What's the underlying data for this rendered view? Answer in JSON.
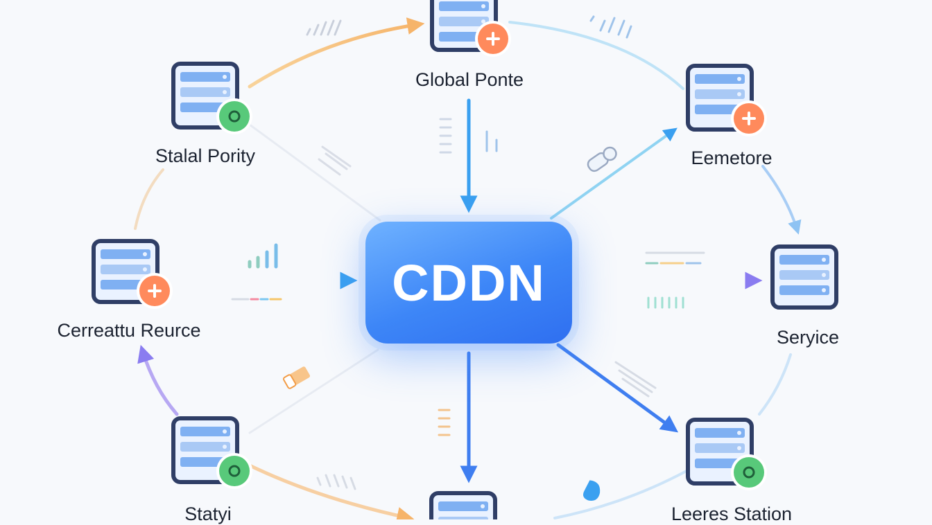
{
  "hub": {
    "label": "CDDN"
  },
  "nodes": [
    {
      "id": "global-ponte",
      "label": "Global Ponte",
      "badge": "orange"
    },
    {
      "id": "stalal-pority",
      "label": "Stalal Pority",
      "badge": "green"
    },
    {
      "id": "eemetore",
      "label": "Eemetore",
      "badge": "orange"
    },
    {
      "id": "cerreattu-reurce",
      "label": "Cerreattu Reurce",
      "badge": "orange"
    },
    {
      "id": "seryice",
      "label": "Seryice",
      "badge": "none"
    },
    {
      "id": "statyi",
      "label": "Statyi",
      "badge": "green"
    },
    {
      "id": "leeres-station",
      "label": "Leeres Station",
      "badge": "green"
    }
  ],
  "colors": {
    "server_frame": "#2f3e66",
    "server_fill": "#eaf2ff",
    "server_bar": "#7fb0f2",
    "badge_green": "#58c97a",
    "badge_orange": "#ff8a5c",
    "arrow_blue": "#3aa0f0",
    "arrow_orange": "#f6b46a",
    "arrow_purple": "#9a86f0"
  }
}
